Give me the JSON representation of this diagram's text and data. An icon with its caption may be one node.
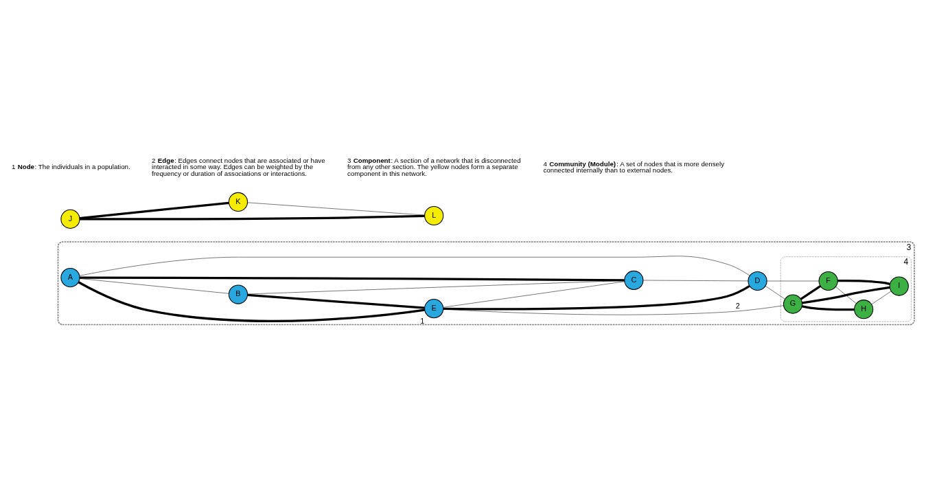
{
  "diagram": {
    "nodes": [
      {
        "text": [
          "3"
        ]
      },
      {
        "text": [
          "4"
        ],
        "in": 0
      },
      {
        "text": [
          "A"
        ],
        "in": 0
      },
      {
        "text": [
          "B"
        ],
        "in": 0
      },
      {
        "text": [
          "C"
        ],
        "in": 0
      },
      {
        "text": [
          "D"
        ],
        "in": 0
      },
      {
        "text": [
          "E"
        ],
        "in": 0,
        "beside": [
          "1"
        ]
      },
      {
        "text": [
          "F"
        ],
        "in": 1
      },
      {
        "text": [
          "G"
        ],
        "in": 1
      },
      {
        "text": [
          "H"
        ],
        "in": 1
      },
      {
        "text": [
          "I"
        ],
        "in": 1
      },
      {
        "text": [
          "J"
        ]
      },
      {
        "text": [
          "K"
        ]
      },
      {
        "text": [
          "L"
        ]
      }
    ],
    "edges": [
      {
        "from": 2,
        "to": 3,
        "arrow": "none"
      },
      {
        "from": 2,
        "to": 6,
        "arrow": "none",
        "style": "thick"
      },
      {
        "from": 2,
        "to": 4,
        "arrow": "none",
        "style": "thick"
      },
      {
        "from": 2,
        "to": 5,
        "arrow": "none"
      },
      {
        "from": 3,
        "to": 6,
        "arrow": "none",
        "style": "thick"
      },
      {
        "from": 3,
        "to": 4,
        "arrow": "none"
      },
      {
        "from": 6,
        "to": 4,
        "arrow": "none"
      },
      {
        "from": 6,
        "to": 5,
        "arrow": "none",
        "style": "thick"
      },
      {
        "from": 4,
        "to": 5,
        "arrow": "none"
      },
      {
        "from": 6,
        "to": 8,
        "arrow": "none",
        "label": "2"
      },
      {
        "from": 5,
        "to": 8,
        "arrow": "none"
      },
      {
        "from": 5,
        "to": 7,
        "arrow": "none"
      },
      {
        "from": 8,
        "to": 7,
        "arrow": "none",
        "style": "thick"
      },
      {
        "from": 8,
        "to": 10,
        "arrow": "none",
        "style": "thick"
      },
      {
        "from": 8,
        "to": 9,
        "arrow": "none",
        "style": "thick"
      },
      {
        "from": 7,
        "to": 9,
        "arrow": "none"
      },
      {
        "from": 7,
        "to": 10,
        "arrow": "none",
        "style": "thick"
      },
      {
        "from": 9,
        "to": 10,
        "arrow": "none"
      },
      {
        "from": 11,
        "to": 12,
        "arrow": "none",
        "style": "thick"
      },
      {
        "from": 11,
        "to": 13,
        "arrow": "none",
        "style": "thick"
      },
      {
        "from": 12,
        "to": 13,
        "arrow": "none"
      }
    ],
    "labels": [
      "1 **Node**: The individuals in a population.",
      "2 **Edge**: Edges connect nodes that are associated or have interacted in some way. Edges can be weighted by the frequency or duration of associations or interactions.",
      "3 **Component**: A section of a network that is disconnected from any other section. The yellow nodes form a separate component in this network.",
      "4 **Community (Module)**: A set of nodes that is more densely connected internally than to external nodes."
    ]
  }
}
